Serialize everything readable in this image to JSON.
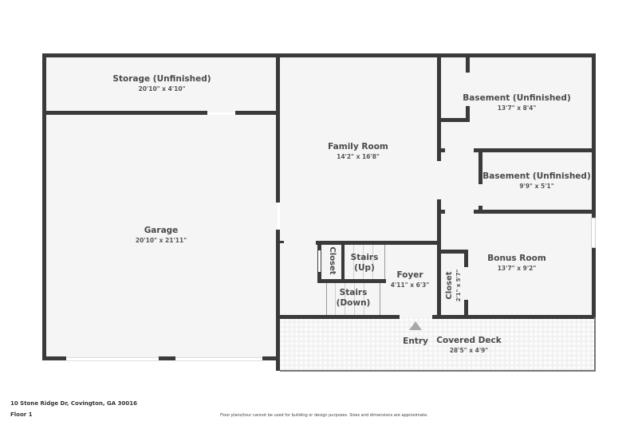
{
  "plan": {
    "rooms": [
      {
        "name": "Storage (Unfinished)",
        "dims": "20'10\" x 4'10\""
      },
      {
        "name": "Garage",
        "dims": "20'10\" x 21'11\""
      },
      {
        "name": "Family Room",
        "dims": "14'2\" x 16'8\""
      },
      {
        "name": "Basement (Unfinished)",
        "dims": "13'7\" x 8'4\""
      },
      {
        "name": "Basement (Unfinished)",
        "dims": "9'9\" x 5'1\""
      },
      {
        "name": "Bonus Room",
        "dims": "13'7\" x 9'2\""
      },
      {
        "name": "Closet",
        "dims": "2'1\" x 5'7\""
      },
      {
        "name": "Foyer",
        "dims": "4'11\" x 6'3\""
      },
      {
        "name": "Covered Deck",
        "dims": "28'5\" x 4'9\""
      }
    ],
    "closet_small": {
      "name": "Closet"
    },
    "stairs_up": {
      "line1": "Stairs",
      "line2": "(Up)"
    },
    "stairs_down": {
      "line1": "Stairs",
      "line2": "(Down)"
    },
    "entry": {
      "label": "Entry",
      "icon": "triangle-up-arrow"
    }
  },
  "footer": {
    "address": "10 Stone Ridge Dr, Covington, GA 30016",
    "floor": "Floor 1",
    "disclaimer": "Floor plans/tour cannot be used for building or design purposes. Sizes and dimensions are approximate."
  },
  "colors": {
    "wall": "#3a3a3a",
    "floor": "#f5f5f5",
    "text": "#4a4a4a",
    "entry_arrow": "#a8a8a8"
  }
}
